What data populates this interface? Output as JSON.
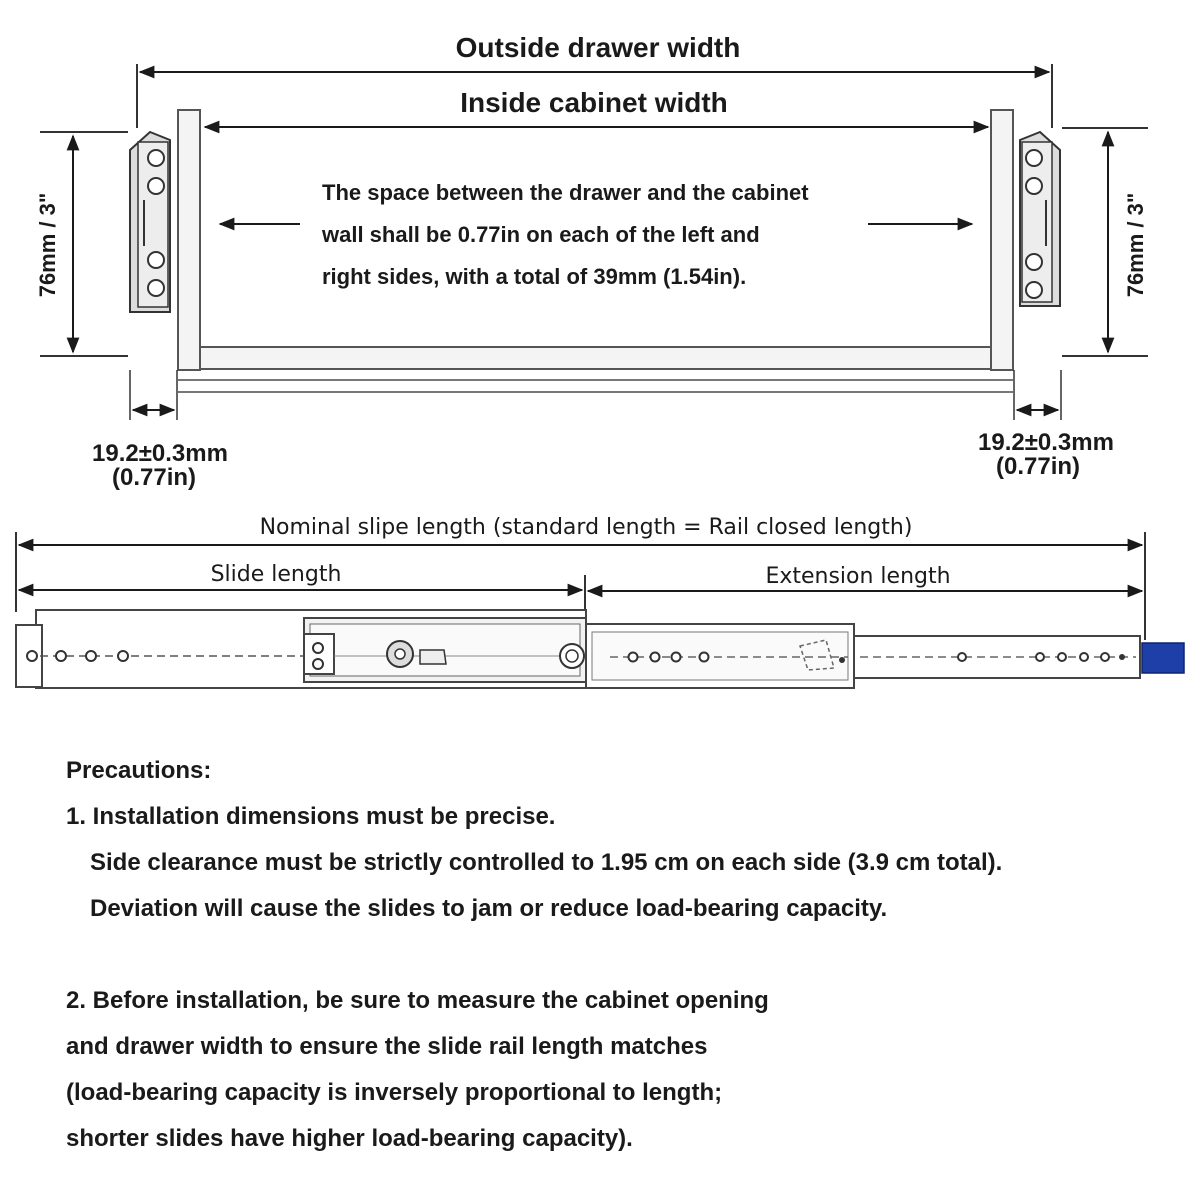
{
  "top_diagram": {
    "outside_width_label": "Outside drawer width",
    "inside_width_label": "Inside cabinet width",
    "clearance_note": [
      "The space between the drawer and the cabinet",
      "wall shall be 0.77in on each of the left and",
      "right sides, with a total of 39mm (1.54in)."
    ],
    "height_label": "76mm / 3\"",
    "gap_label": "19.2±0.3mm",
    "gap_label_inch": "(0.77in)"
  },
  "slide_diagram": {
    "nominal_label": "Nominal slipe length (standard length = Rail closed length)",
    "slide_length_label": "Slide length",
    "extension_length_label": "Extension length",
    "accent_color": "#1f3fa8"
  },
  "precautions": {
    "title": "Precautions:",
    "item1_title": "1. Installation dimensions must be precise.",
    "item1_line2": "Side clearance must be strictly controlled to 1.95 cm on each side (3.9 cm total).",
    "item1_line3": "Deviation will cause the slides to jam or reduce load-bearing capacity.",
    "item2_line1": "2. Before installation, be sure to measure the cabinet opening",
    "item2_line2": "and drawer width to ensure the slide rail length matches",
    "item2_line3": "(load-bearing capacity is inversely proportional to length;",
    "item2_line4": "shorter slides have higher load-bearing capacity)."
  }
}
